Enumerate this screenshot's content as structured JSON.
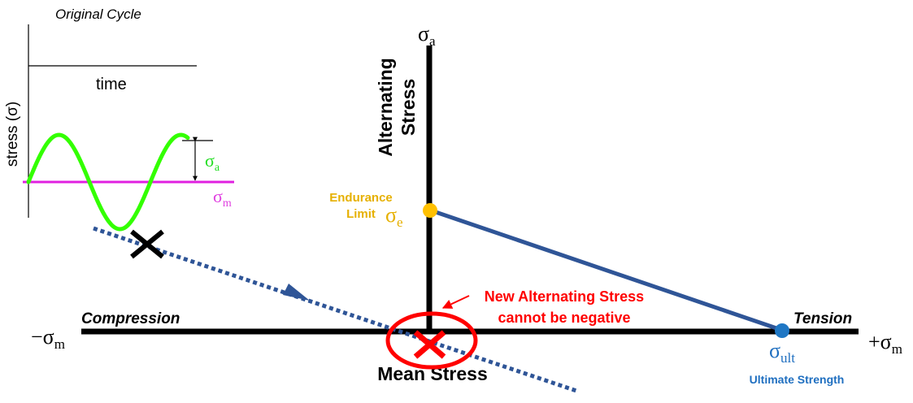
{
  "inset": {
    "title": "Original Cycle",
    "y_label": "stress (σ)",
    "x_label": "time",
    "sigma_a_symbol": "σ",
    "sigma_a_sub": "a",
    "sigma_m_symbol": "σ",
    "sigma_m_sub": "m"
  },
  "axes": {
    "vertical_symbol": "σ",
    "vertical_sub": "a",
    "vertical_title_line1": "Alternating",
    "vertical_title_line2": "Stress",
    "horizontal_title": "Mean Stress",
    "left_end_symbol": "−σ",
    "left_end_sub": "m",
    "right_end_symbol": "+σ",
    "right_end_sub": "m",
    "left_region": "Compression",
    "right_region": "Tension"
  },
  "points": {
    "endurance_label_line1": "Endurance",
    "endurance_label_line2": "Limit",
    "endurance_symbol": "σ",
    "endurance_sub": "e",
    "ultimate_symbol": "σ",
    "ultimate_sub": "ult",
    "ultimate_label": "Ultimate Strength"
  },
  "annotation": {
    "line1": "New Alternating Stress",
    "line2": "cannot be negative"
  },
  "colors": {
    "axis": "#000000",
    "goodman_line": "#2f5597",
    "endurance_point": "#ffc000",
    "endurance_text": "#e6b000",
    "ultimate_point": "#1f77c4",
    "ultimate_text": "#1f6fc0",
    "sine_wave": "#33ff00",
    "mean_line": "#e020e0",
    "sigma_a_text": "#22dd22",
    "sigma_m_text": "#e040e0",
    "warning": "#ff0000",
    "dotted_path": "#2f5597"
  }
}
